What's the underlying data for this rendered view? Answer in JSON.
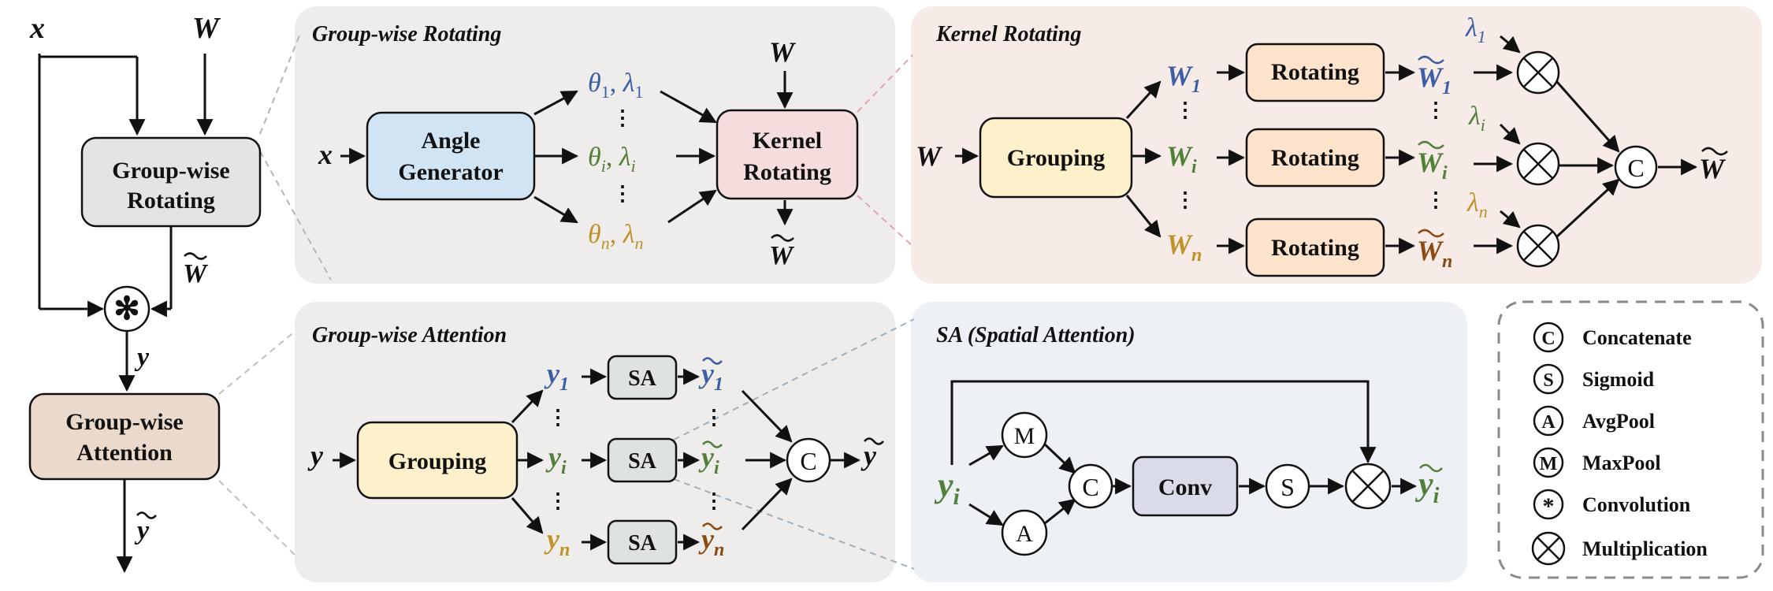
{
  "colors": {
    "panel_gray": "#eeedec",
    "panel_peach": "#f6ebe6",
    "panel_blue": "#edf1f6",
    "blue_box": "#d0e4f4",
    "pink_box": "#f5dcdd",
    "gray_box": "#e2e5e2",
    "tan_box": "#ebd9cb",
    "yellow_box": "#fdf1cb",
    "orange_box": "#fde3cc",
    "sa_box": "#dfe2e3",
    "conv_box": "#d9dce8",
    "var_blue": "#3c5ea4",
    "var_green": "#52803a",
    "var_gold": "#c0922a",
    "var_brown": "#8b4a14"
  },
  "pipeline": {
    "x": "x",
    "W": "W",
    "group_wise_rotating_line1": "Group-wise",
    "group_wise_rotating_line2": "Rotating",
    "W_tilde": "W",
    "y": "y",
    "group_wise_attention_line1": "Group-wise",
    "group_wise_attention_line2": "Attention",
    "y_tilde": "y"
  },
  "gwr_panel": {
    "title": "Group-wise Rotating",
    "x": "x",
    "angle_gen_line1": "Angle",
    "angle_gen_line2": "Generator",
    "kernel_rot_line1": "Kernel",
    "kernel_rot_line2": "Rotating",
    "W": "W",
    "W_tilde": "W",
    "theta": "θ",
    "lambda": "λ",
    "sub_1": "1",
    "sub_i": "i",
    "sub_n": "n",
    "comma": ",",
    "dots": "⋮"
  },
  "kr_panel": {
    "title": "Kernel Rotating",
    "W": "W",
    "grouping": "Grouping",
    "rotating": "Rotating",
    "lambda": "λ",
    "W_tilde": "W",
    "concat": "C",
    "dots": "⋮",
    "sub_1": "1",
    "sub_i": "i",
    "sub_n": "n"
  },
  "gwa_panel": {
    "title": "Group-wise Attention",
    "y": "y",
    "grouping": "Grouping",
    "sa": "SA",
    "concat": "C",
    "y_tilde": "y",
    "dots": "⋮",
    "sub_1": "1",
    "sub_i": "i",
    "sub_n": "n"
  },
  "sa_panel": {
    "title": "SA (Spatial Attention)",
    "y": "y",
    "sub_i": "i",
    "maxpool": "M",
    "avgpool": "A",
    "concat": "C",
    "conv": "Conv",
    "sigmoid": "S",
    "y_tilde": "y"
  },
  "legend": {
    "items": [
      {
        "symbol": "C",
        "label": "Concatenate"
      },
      {
        "symbol": "S",
        "label": "Sigmoid"
      },
      {
        "symbol": "A",
        "label": "AvgPool"
      },
      {
        "symbol": "M",
        "label": "MaxPool"
      },
      {
        "symbol": "*",
        "label": "Convolution"
      },
      {
        "symbol": "×",
        "label": "Multiplication"
      }
    ]
  }
}
